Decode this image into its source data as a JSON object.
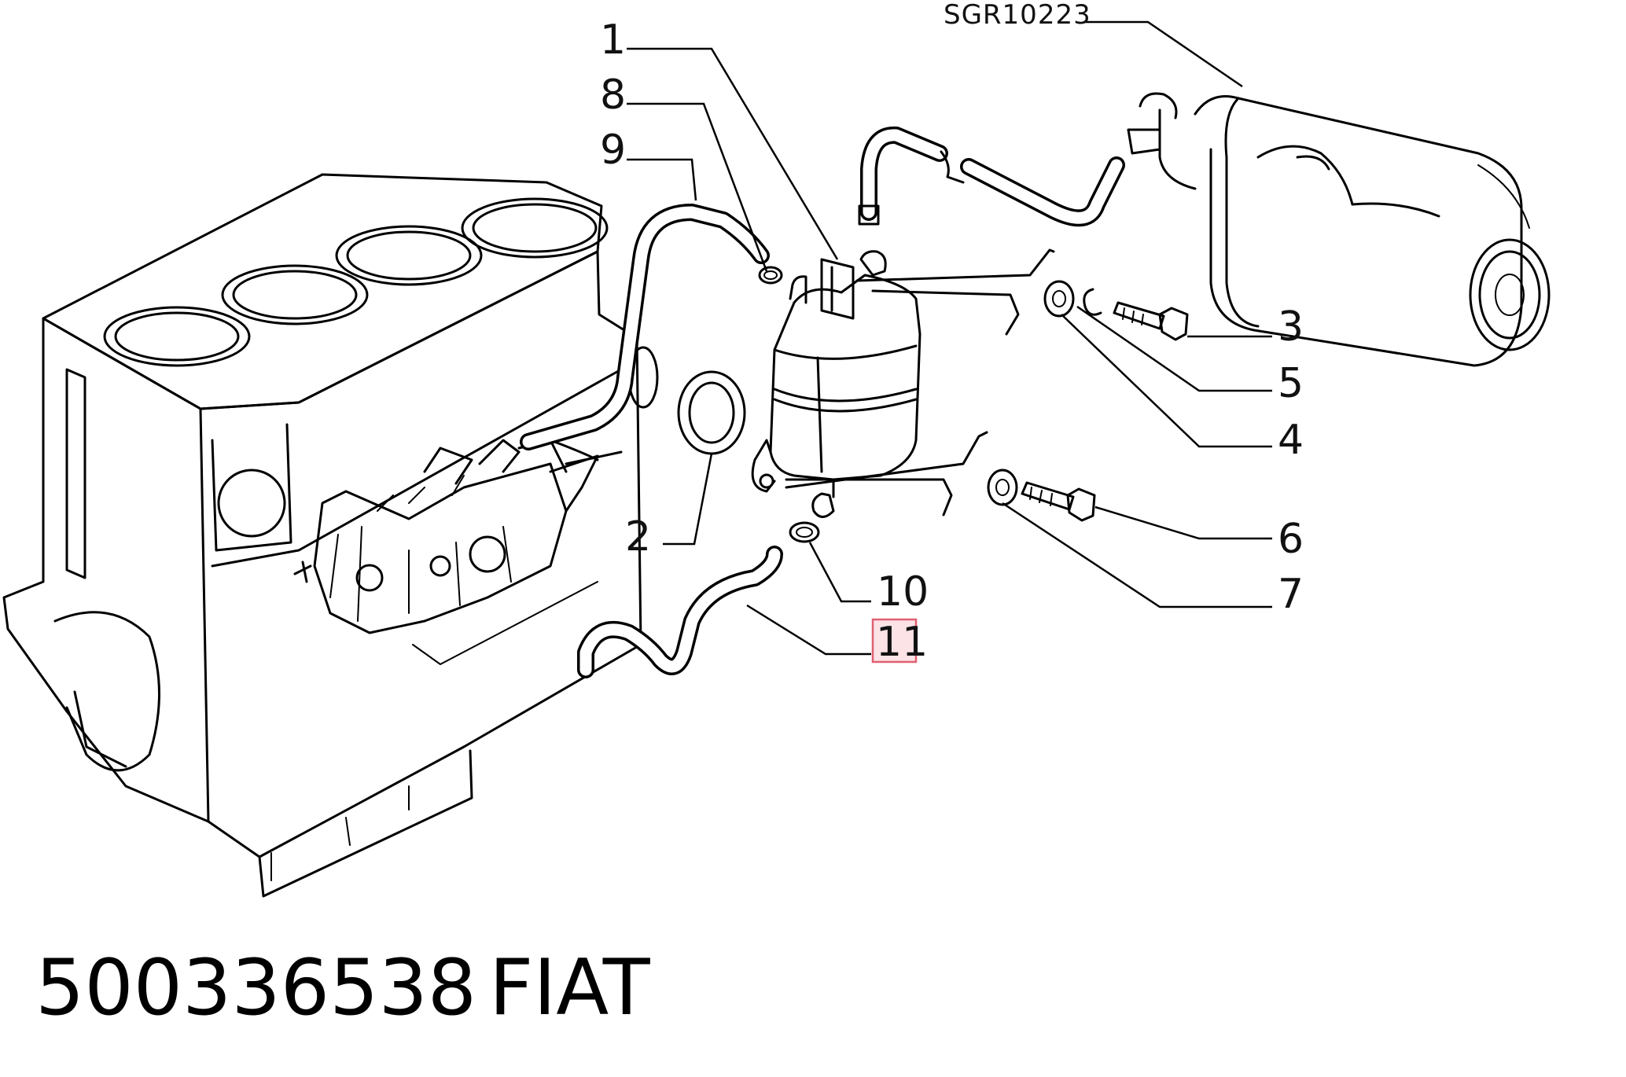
{
  "reference_code": "SGR10223",
  "part_number": "500336538",
  "brand": "FIAT",
  "highlighted_callout": "11",
  "highlight_color": "#e06070",
  "callouts": [
    {
      "id": "c1",
      "label": "1"
    },
    {
      "id": "c2",
      "label": "2"
    },
    {
      "id": "c3",
      "label": "3"
    },
    {
      "id": "c4",
      "label": "4"
    },
    {
      "id": "c5",
      "label": "5"
    },
    {
      "id": "c6",
      "label": "6"
    },
    {
      "id": "c7",
      "label": "7"
    },
    {
      "id": "c8",
      "label": "8"
    },
    {
      "id": "c9",
      "label": "9"
    },
    {
      "id": "c10",
      "label": "10"
    },
    {
      "id": "c11",
      "label": "11"
    }
  ]
}
